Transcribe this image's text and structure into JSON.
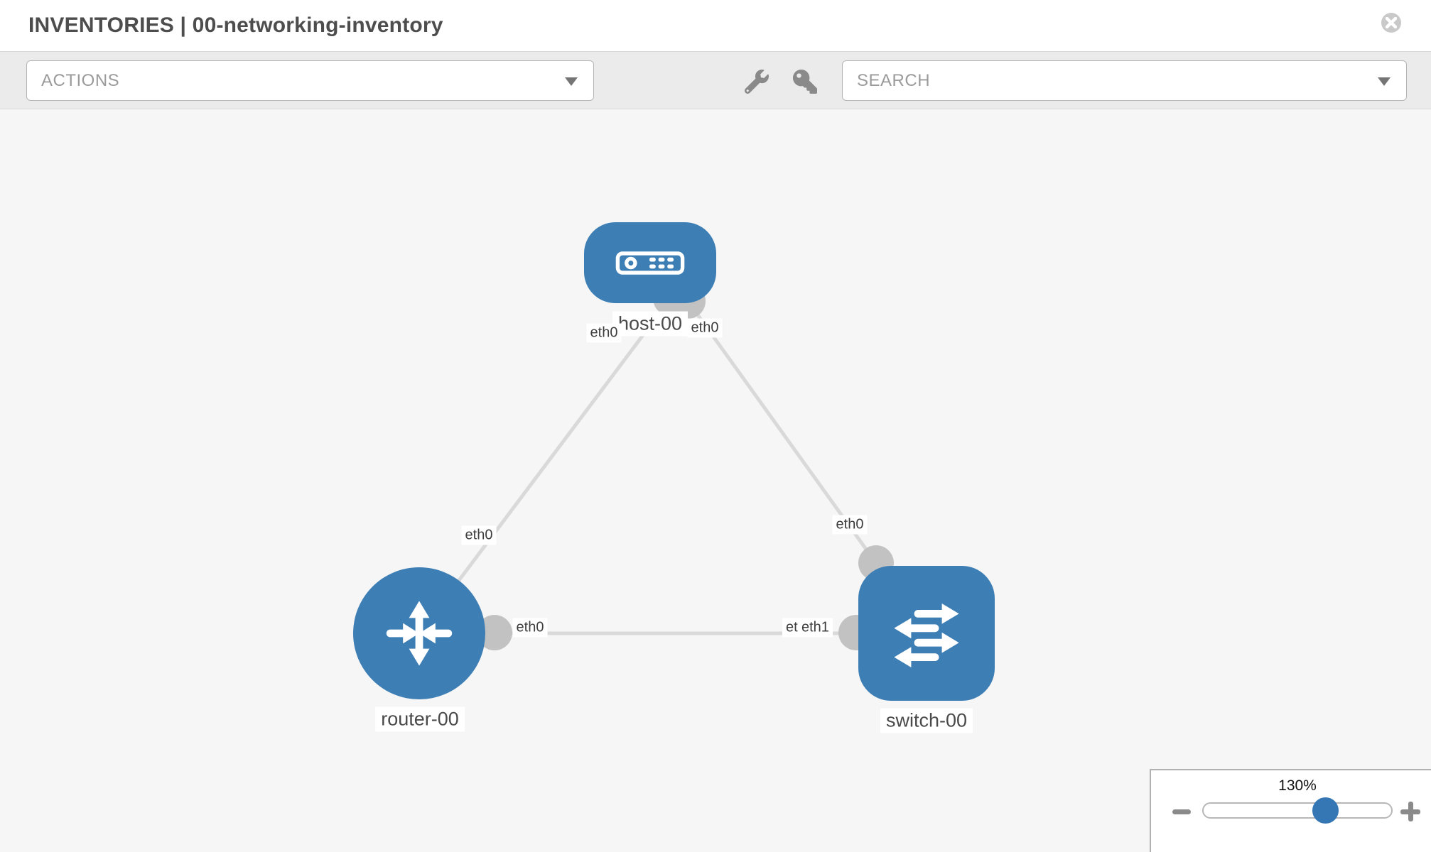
{
  "header": {
    "title": "INVENTORIES | 00-networking-inventory"
  },
  "toolbar": {
    "actions_label": "ACTIONS",
    "search_label": "SEARCH"
  },
  "topology": {
    "nodes": [
      {
        "id": "host-00",
        "type": "host",
        "label": "host-00"
      },
      {
        "id": "router-00",
        "type": "router",
        "label": "router-00"
      },
      {
        "id": "switch-00",
        "type": "switch",
        "label": "switch-00"
      }
    ],
    "links": [
      {
        "from": "router-00",
        "to": "host-00",
        "from_interface": "eth0",
        "to_interface": "eth0"
      },
      {
        "from": "switch-00",
        "to": "host-00",
        "from_interface": "eth0",
        "to_interface": "eth0"
      },
      {
        "from": "router-00",
        "to": "switch-00",
        "from_interface": "eth0",
        "to_interface": "eth1"
      }
    ],
    "interface_labels": {
      "host_left": "eth0",
      "host_right": "eth0",
      "router_diag": "eth0",
      "router_horiz": "eth0",
      "switch_diag": "eth0",
      "switch_horiz_back": "eth0",
      "switch_horiz_front": "eth1"
    }
  },
  "zoom_control": {
    "level": "130%"
  },
  "colors": {
    "node_blue": "#3d7eb5",
    "slider_thumb_blue": "#3576b4",
    "link_gray": "#d9d9d9",
    "interface_dot_gray": "#c2c2c2",
    "canvas_bg": "#f6f6f6",
    "toolbar_bg": "#ebebeb"
  }
}
